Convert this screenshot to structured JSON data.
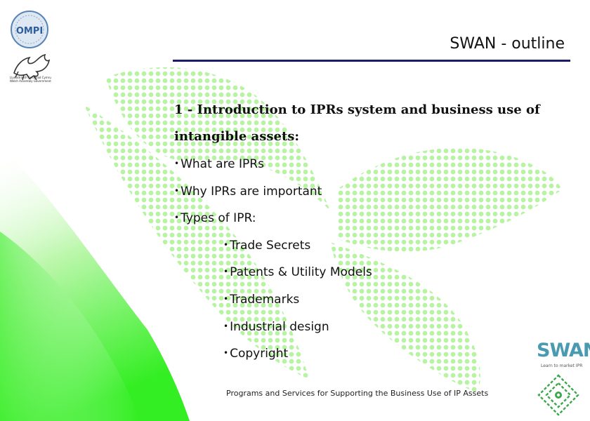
{
  "slide": {
    "title": "SWAN - outline",
    "heading": "1 - Introduction to IPRs system and business use of intangible assets:",
    "bullet_symbol": "•",
    "items": [
      "What are IPRs",
      "Why IPRs are important",
      "Types of IPR:"
    ],
    "sub_items": [
      "Trade Secrets",
      "Patents & Utility Models",
      "Trademarks",
      "Industrial design",
      "Copyright"
    ],
    "footer": "Programs and Services for Supporting the Business Use of IP Assets"
  },
  "logos": {
    "ompi_text": "OMPI",
    "wales_caption": "Llywodraeth Cynulliad Cymru Welsh Assembly Government",
    "swan_text": "SWAN",
    "swan_tagline": "Learn to market IPR"
  },
  "colors": {
    "title_rule": "#1c1c6b",
    "green_gradient_strong": "#33ee22",
    "dot_green": "#b8f3a4",
    "swan_blue": "#4a9ab0",
    "diamond_green": "#3aa84a"
  }
}
